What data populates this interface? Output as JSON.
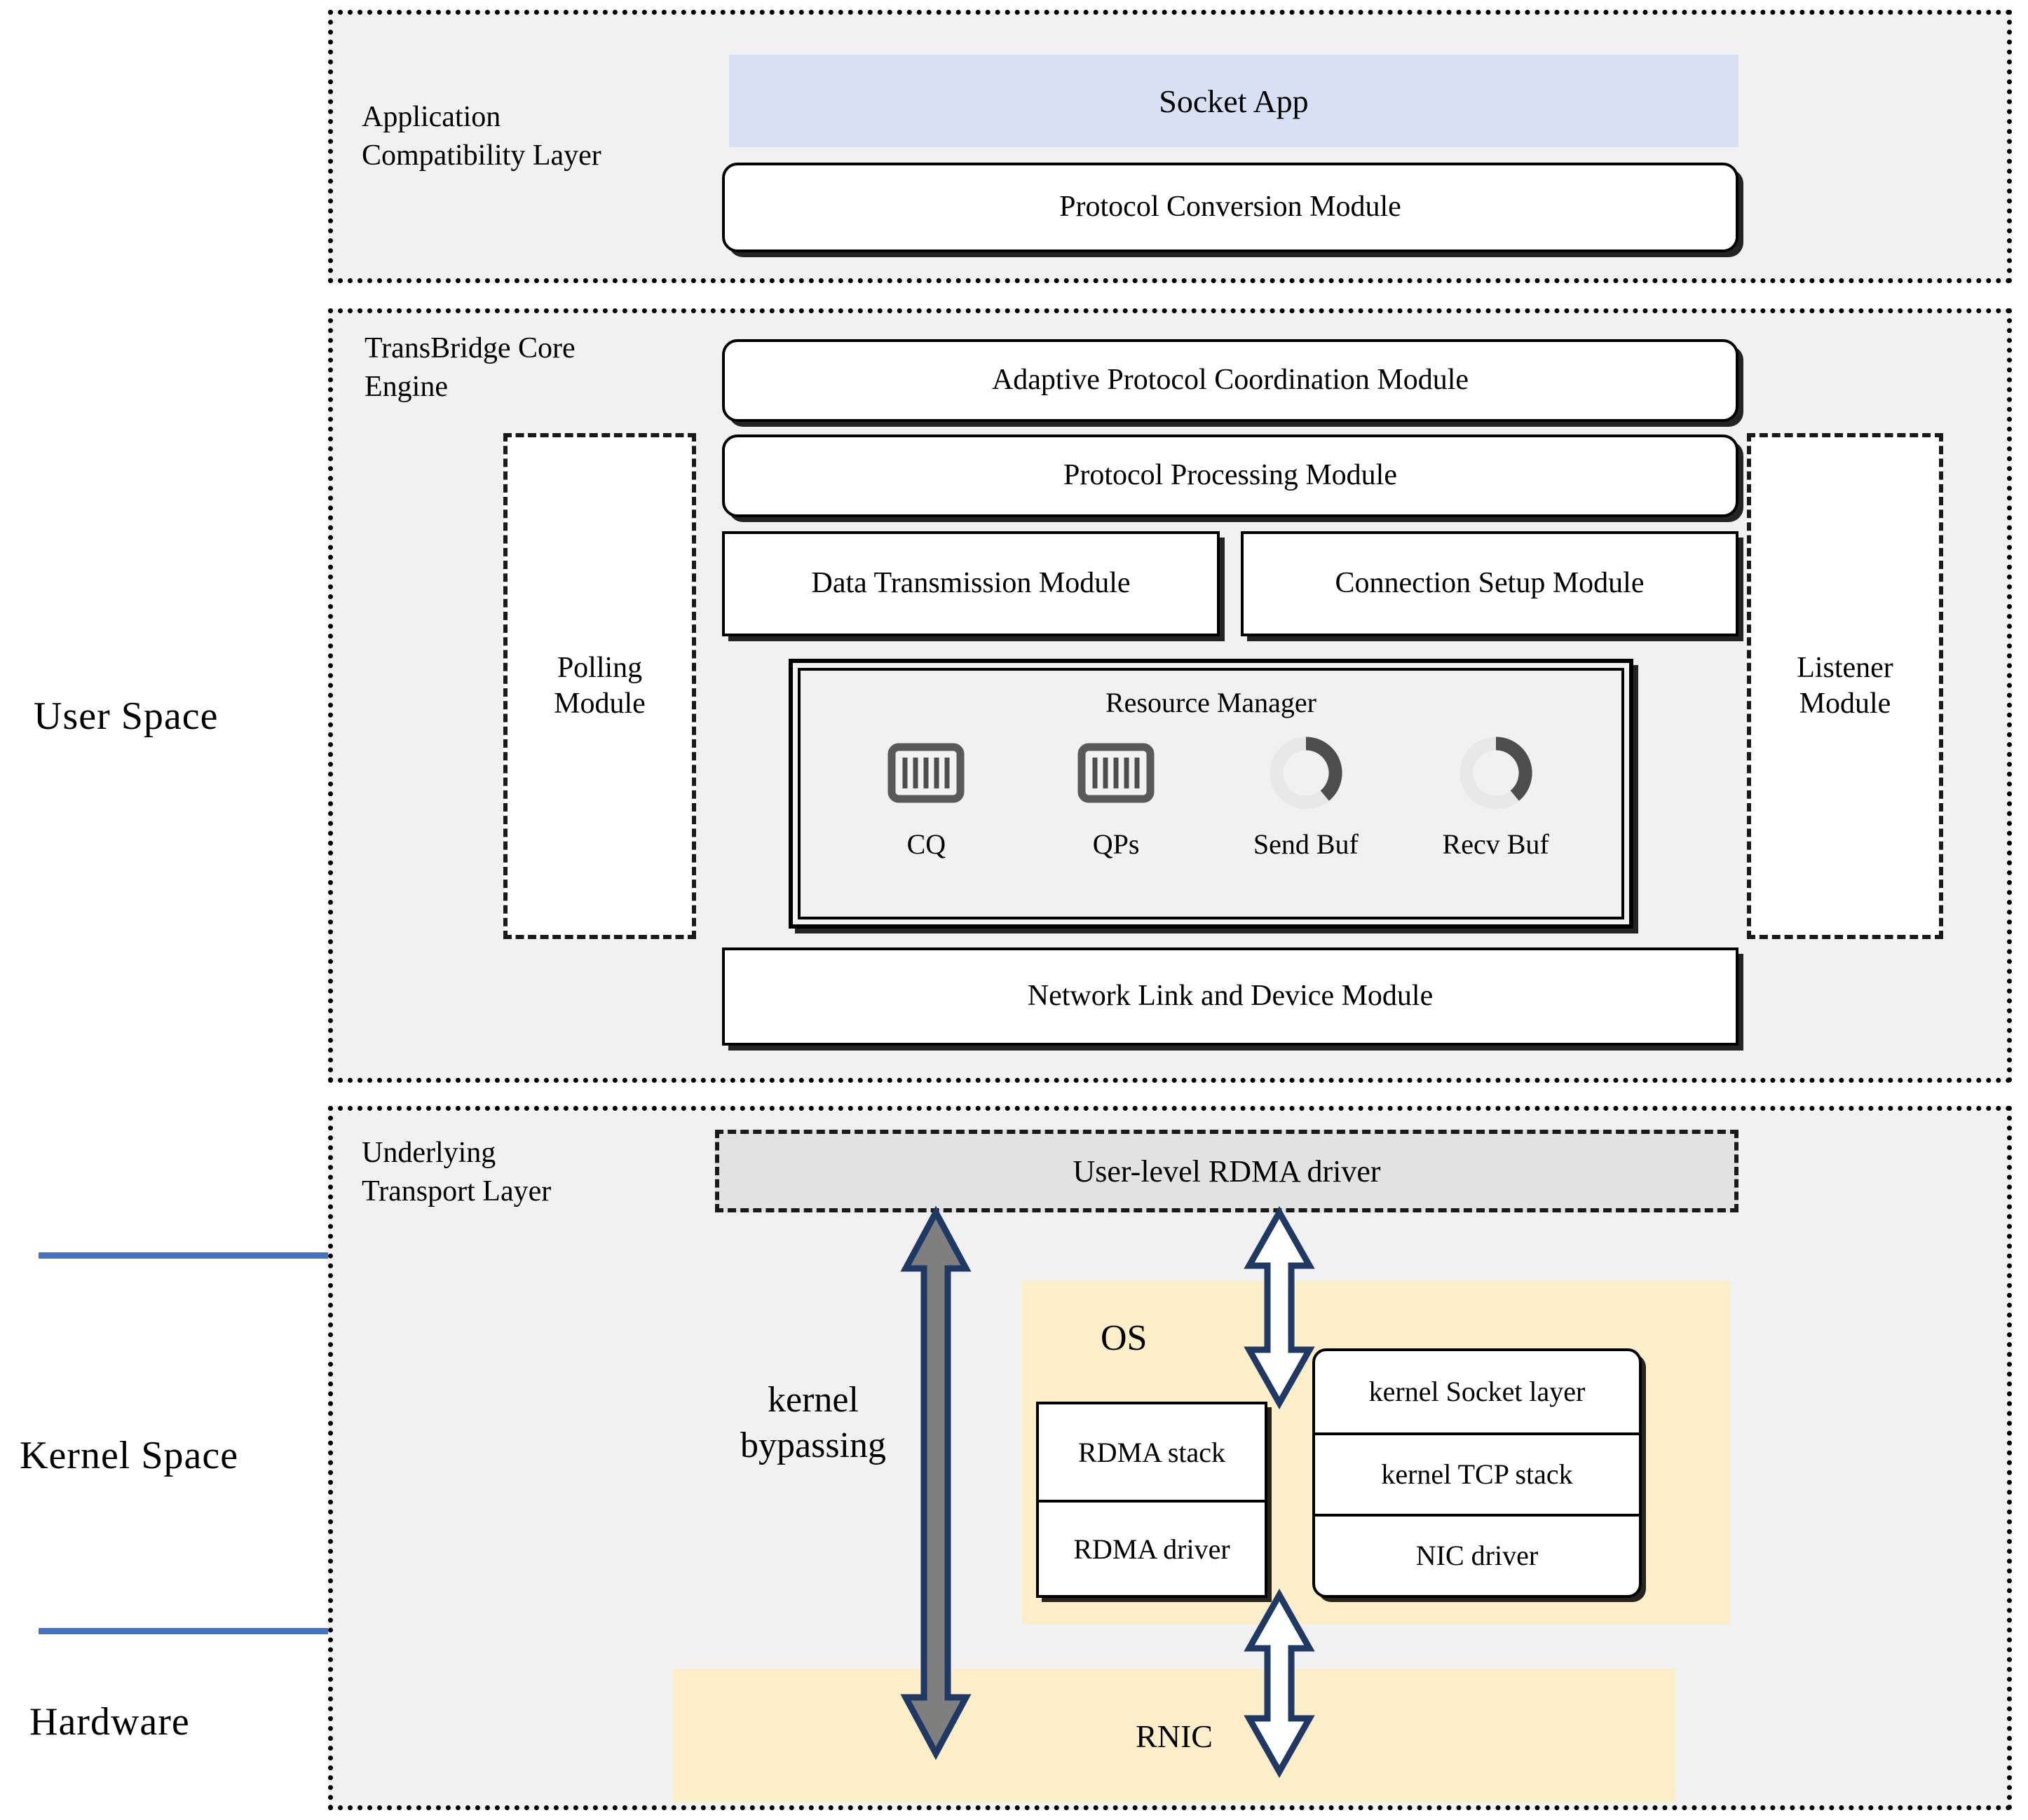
{
  "spaces": [
    {
      "label": "User Space"
    },
    {
      "label": "Kernel Space"
    },
    {
      "label": "Hardware"
    }
  ],
  "layers": {
    "application": {
      "caption": "Application\nCompatibility Layer",
      "app_box": "Socket App",
      "conversion_module": "Protocol Conversion Module"
    },
    "core_engine": {
      "caption": "TransBridge Core\nEngine",
      "polling_module": "Polling\nModule",
      "listener_module": "Listener\nModule",
      "adaptive_module": "Adaptive Protocol Coordination Module",
      "processing_module": "Protocol Processing Module",
      "data_module": "Data Transmission Module",
      "connection_module": "Connection Setup Module",
      "network_module": "Network Link and Device Module",
      "resource_manager": {
        "title": "Resource Manager",
        "items": [
          {
            "label": "CQ",
            "icon": "queue-icon",
            "fill_pct": 0
          },
          {
            "label": "QPs",
            "icon": "queue-icon",
            "fill_pct": 0
          },
          {
            "label": "Send Buf",
            "icon": "donut-gauge-icon",
            "fill_pct": 40
          },
          {
            "label": "Recv Buf",
            "icon": "donut-gauge-icon",
            "fill_pct": 40
          }
        ]
      }
    },
    "transport": {
      "caption": "Underlying\nTransport Layer",
      "rdma_driver": "User-level RDMA driver",
      "bypass_label": "kernel\nbypassing",
      "os_label": "OS",
      "rdma_stack_column": [
        "RDMA stack",
        "RDMA driver"
      ],
      "tcp_stack_column": [
        "kernel Socket layer",
        "kernel TCP stack",
        "NIC driver"
      ],
      "rnic": "RNIC"
    }
  },
  "colors": {
    "layer_bg": "#f1f1f1",
    "app_accent": "#d8e0f3",
    "os_accent": "#fceec9",
    "divider_blue": "#4472c4",
    "arrow_navy": "#1f3864",
    "arrow_gray": "#7f7f7f",
    "gauge_track": "#e8e8e8",
    "gauge_fill": "#4d4d4d"
  }
}
